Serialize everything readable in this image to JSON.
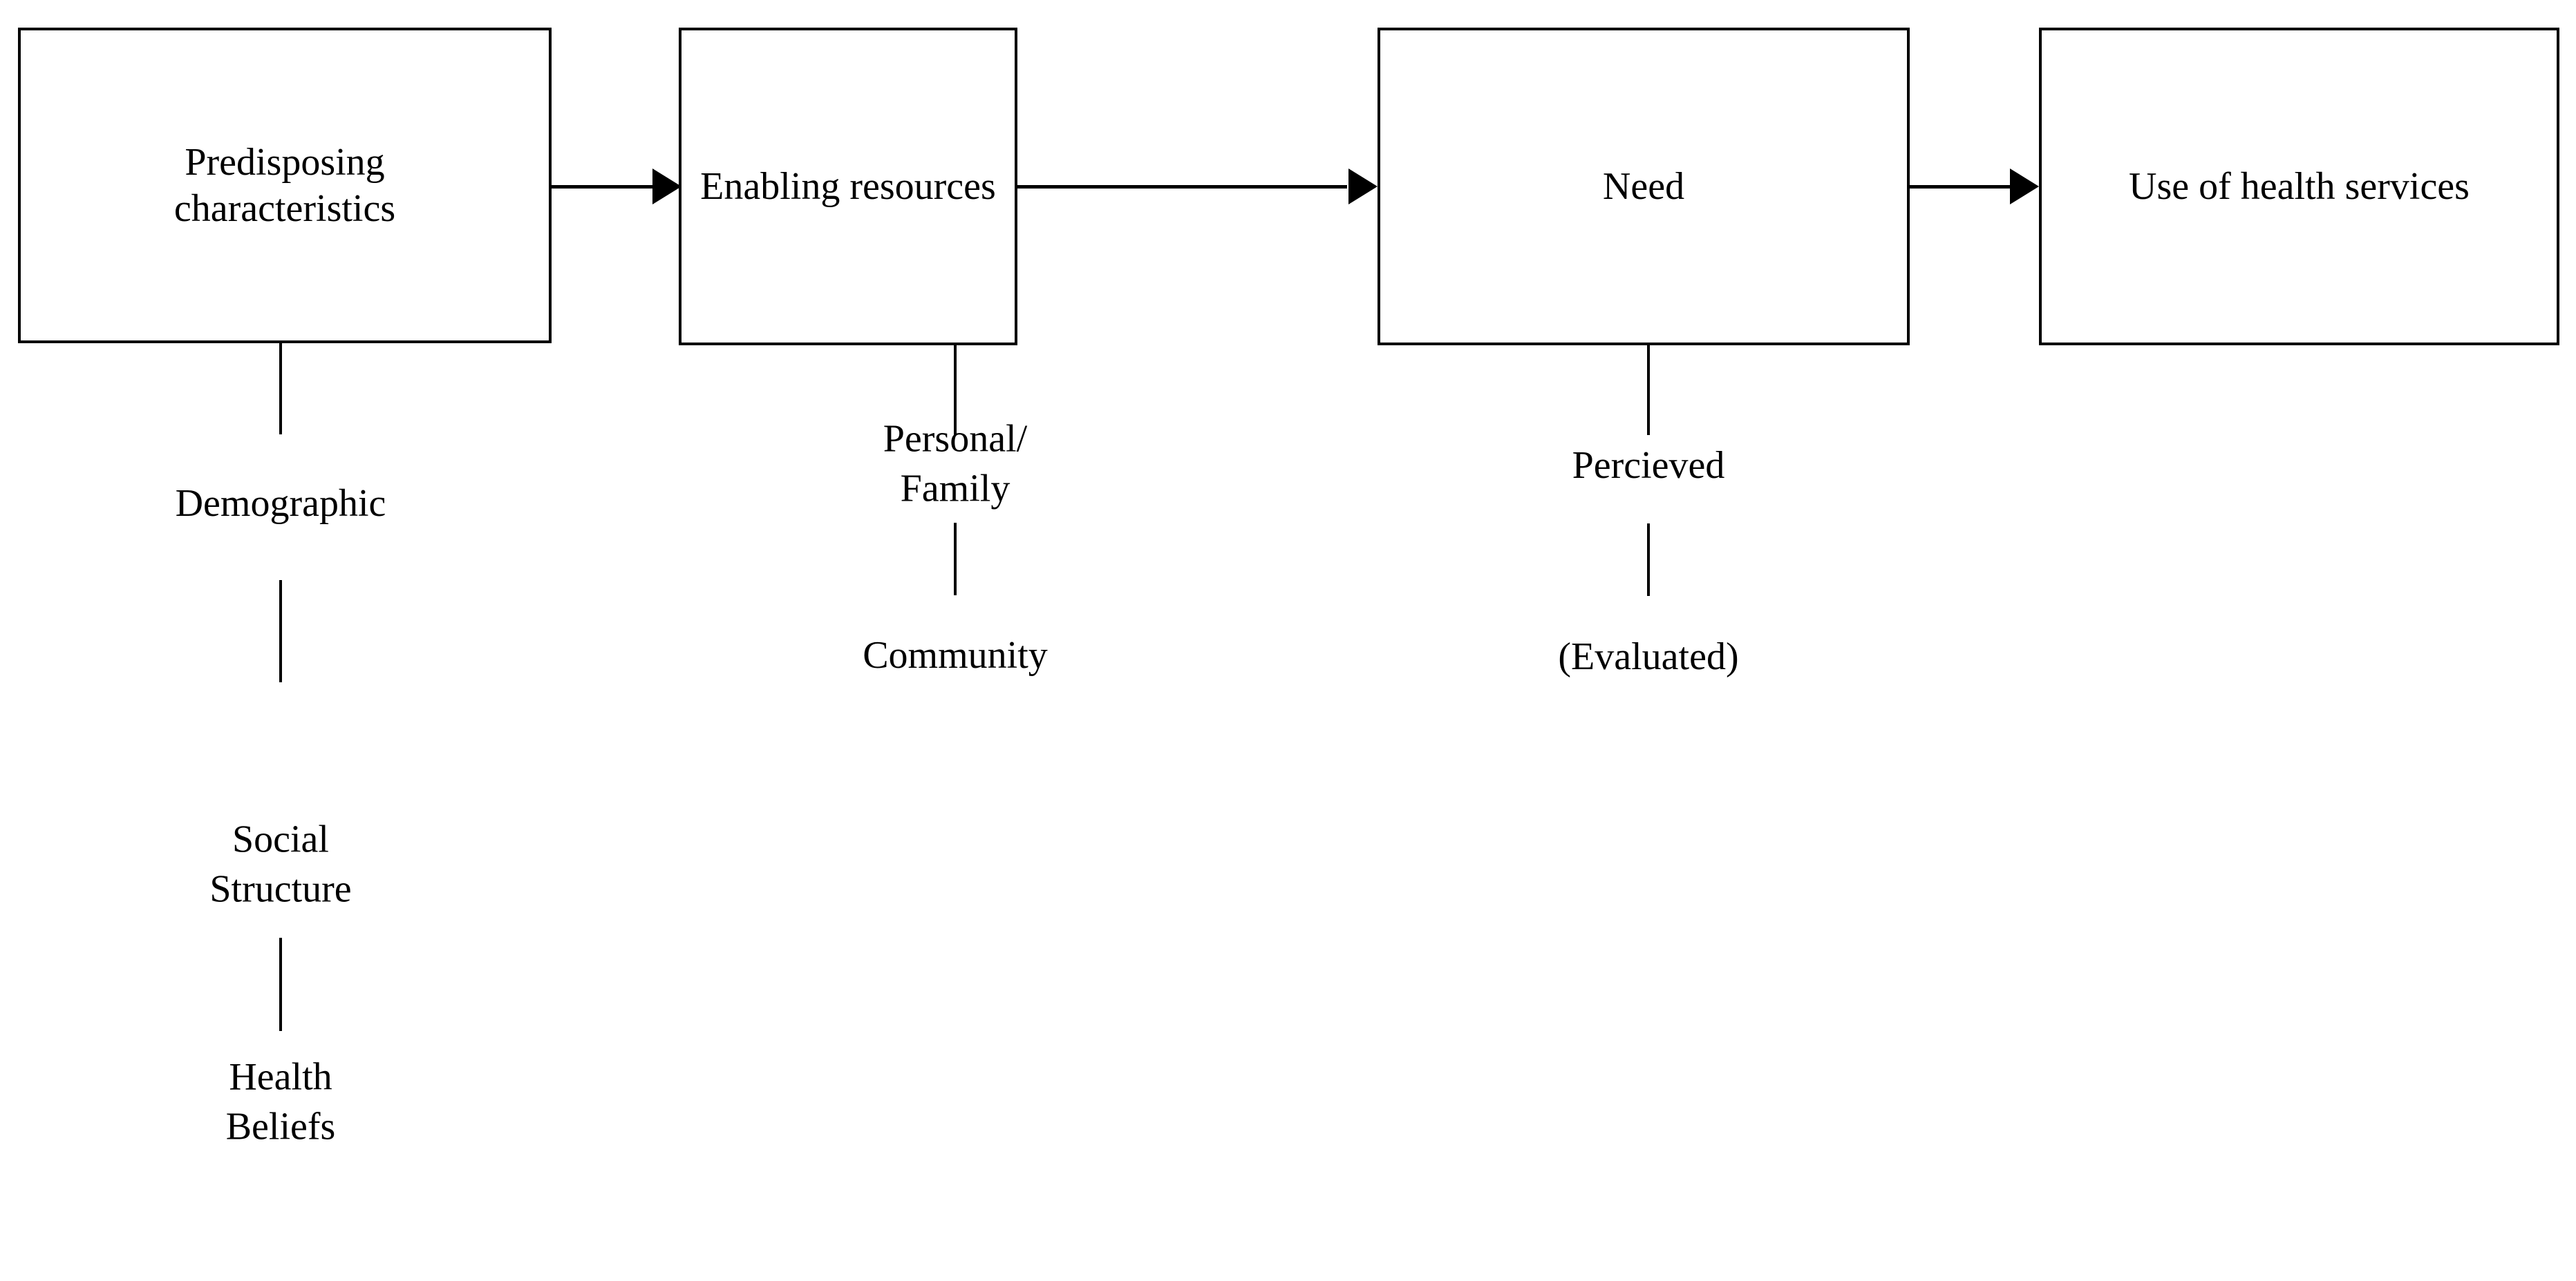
{
  "diagram": {
    "title": "Andersen behavioral model of health services use",
    "background_color": "#ffffff",
    "line_color": "#000000",
    "boxes": [
      {
        "id": "predisposing",
        "label": "Predisposing\ncharacteristics"
      },
      {
        "id": "enabling",
        "label": "Enabling resources"
      },
      {
        "id": "need",
        "label": "Need"
      },
      {
        "id": "use",
        "label": "Use of health services"
      }
    ],
    "arrows": [
      {
        "from": "predisposing",
        "to": "enabling"
      },
      {
        "from": "enabling",
        "to": "need"
      },
      {
        "from": "need",
        "to": "use"
      }
    ],
    "columns": [
      {
        "parent": "predisposing",
        "items": [
          {
            "label": "Demographic"
          },
          {
            "label": "Social\nStructure"
          },
          {
            "label": "Health\nBeliefs"
          }
        ]
      },
      {
        "parent": "enabling",
        "items": [
          {
            "label": "Personal/\nFamily"
          },
          {
            "label": "Community"
          }
        ]
      },
      {
        "parent": "need",
        "items": [
          {
            "label": "Percieved"
          },
          {
            "label": "(Evaluated)"
          }
        ]
      }
    ]
  }
}
